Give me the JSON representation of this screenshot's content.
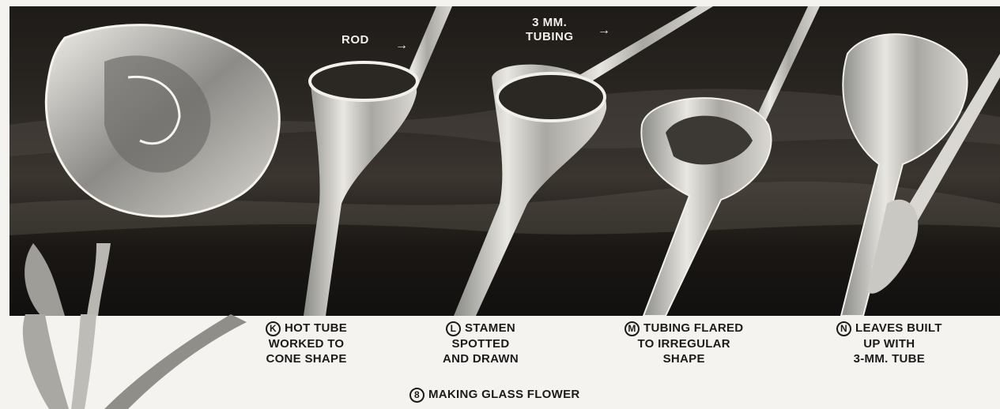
{
  "callouts": {
    "rod": "ROD",
    "tubing_line1": "3 MM.",
    "tubing_line2": "TUBING"
  },
  "steps": [
    {
      "letter": "K",
      "line1": "HOT TUBE",
      "line2": "WORKED TO",
      "line3": "CONE SHAPE"
    },
    {
      "letter": "L",
      "line1": "STAMEN",
      "line2": "SPOTTED",
      "line3": "AND DRAWN"
    },
    {
      "letter": "M",
      "line1": "TUBING FLARED",
      "line2": "TO IRREGULAR",
      "line3": "SHAPE"
    },
    {
      "letter": "N",
      "line1": "LEAVES BUILT",
      "line2": "UP WITH",
      "line3": "3-MM. TUBE"
    }
  ],
  "figure": {
    "number": "8",
    "caption": "MAKING GLASS FLOWER"
  }
}
